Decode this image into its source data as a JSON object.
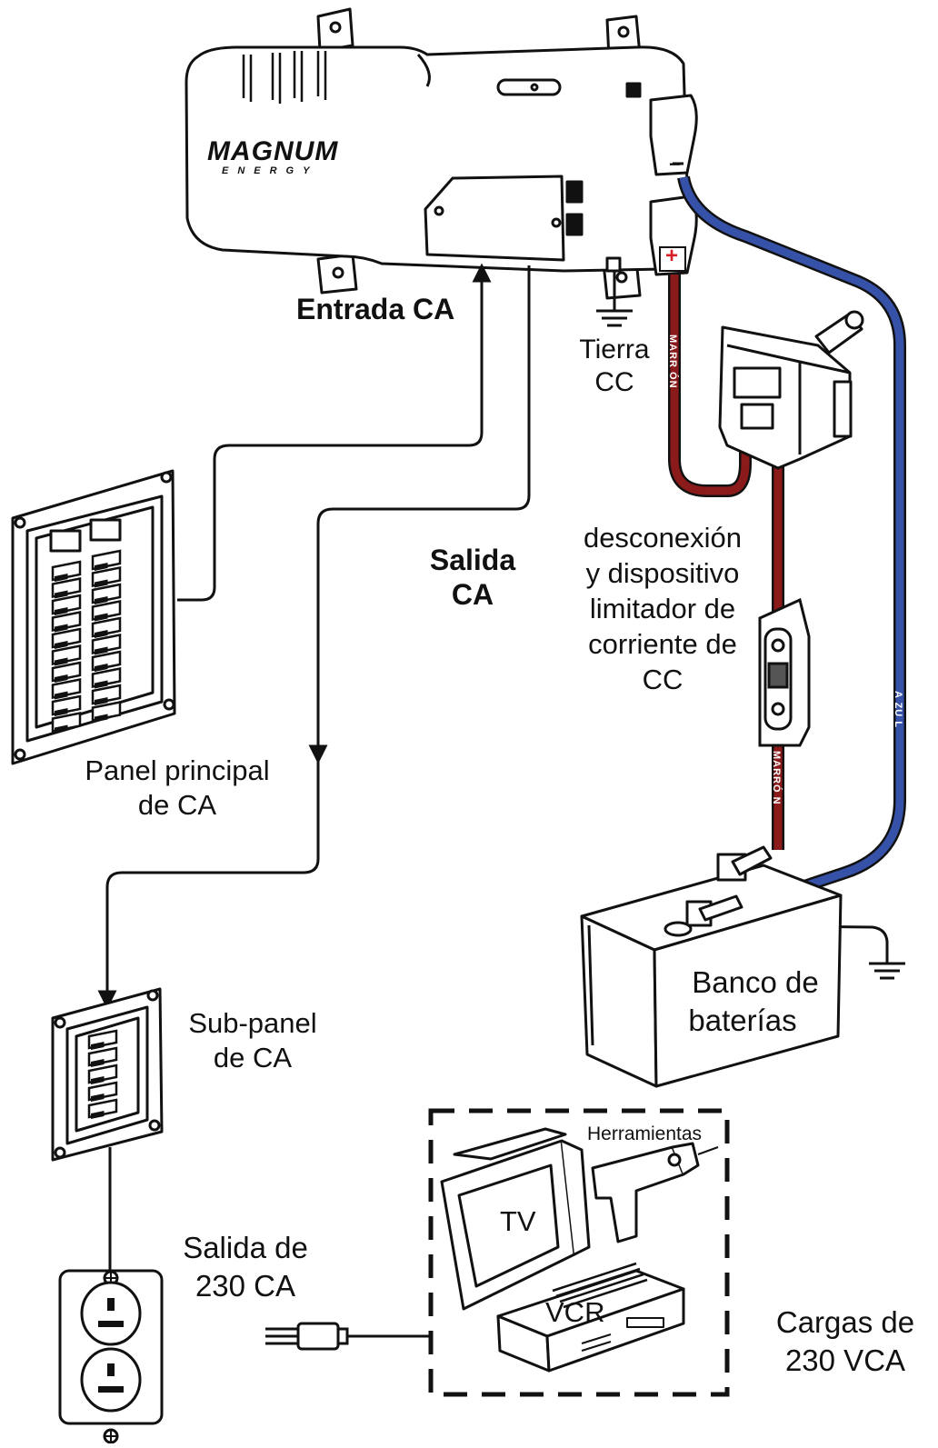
{
  "labels": {
    "ac_input": "Entrada CA",
    "dc_ground_1": "Tierra",
    "dc_ground_2": "CC",
    "ac_output_1": "Salida",
    "ac_output_2": "CA",
    "disconnect_1": "desconexión",
    "disconnect_2": "y dispositivo",
    "disconnect_3": "limitador de",
    "disconnect_4": "corriente de",
    "disconnect_5": "CC",
    "main_panel_1": "Panel principal",
    "main_panel_2": "de CA",
    "battery_1": "Banco de",
    "battery_2": "baterías",
    "sub_panel_1": "Sub-panel",
    "sub_panel_2": "de CA",
    "outlet_1": "Salida de",
    "outlet_2": "230 CA",
    "tools": "Herramientas",
    "tv": "TV",
    "vcr": "VCR",
    "loads_1": "Cargas de",
    "loads_2": "230 VCA",
    "wire_brown_1": "MARR ÓN",
    "wire_brown_2": "MARRÓ N",
    "wire_blue": "A ZU L",
    "brand_top": "MAGNUM",
    "brand_bottom": "ENERGY",
    "neg_sign": "−",
    "pos_sign": "+"
  },
  "colors": {
    "brown_cable": "#8b1a1a",
    "blue_cable": "#3551a8",
    "line": "#111111",
    "positive_mark": "#d81f26"
  }
}
